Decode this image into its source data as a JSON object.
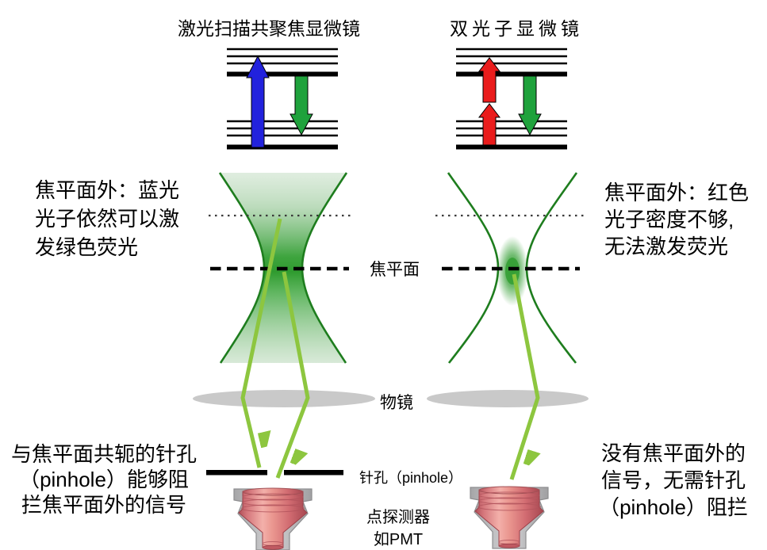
{
  "colors": {
    "text_black": "#000000",
    "blue_arrow": "#2222dd",
    "green_arrow": "#1fa23c",
    "red_arrow": "#ea1c1c",
    "beam_outline": "#1e7d1e",
    "beam_fill_core": "#35a035",
    "ray_green": "#8dc63f",
    "lens_gray": "#c9c9c9",
    "pinhole_black": "#000000",
    "detector_pink": "#e8918d",
    "detector_gray": "#bcbcbe"
  },
  "titles": {
    "left": "激光扫描共聚焦显微镜",
    "right": "双光子显微镜"
  },
  "labels": {
    "focal_plane": "焦平面",
    "objective": "物镜",
    "pinhole": "针孔（pinhole）",
    "detector_line1": "点探测器",
    "detector_line2": "如PMT"
  },
  "notes": {
    "left_top": {
      "lines": [
        "焦平面外：蓝光",
        "光子依然可以激",
        "发绿色荧光"
      ]
    },
    "right_top": {
      "lines": [
        "焦平面外：红色",
        "光子密度不够,",
        "无法激发荧光"
      ]
    },
    "left_bottom": {
      "lines": [
        "与焦平面共轭的针孔",
        "（pinhole）能够阻",
        "拦焦平面外的信号"
      ]
    },
    "right_bottom": {
      "lines": [
        "没有焦平面外的",
        "信号，无需针孔",
        "（pinhole）阻拦"
      ]
    }
  }
}
